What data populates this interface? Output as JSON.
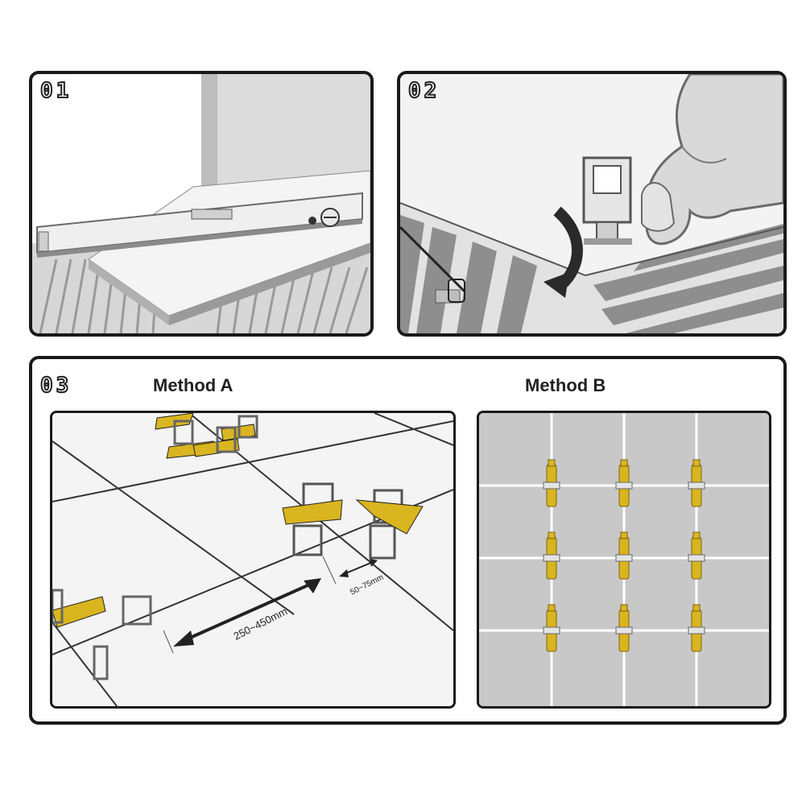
{
  "steps": [
    {
      "number": "01"
    },
    {
      "number": "02"
    },
    {
      "number": "03"
    }
  ],
  "methods": {
    "a": {
      "title": "Method A",
      "long_dimension": "250~450mm",
      "short_dimension": "50~75mm"
    },
    "b": {
      "title": "Method B",
      "rows": 3,
      "cols": 3
    }
  },
  "colors": {
    "yellow": "#d9b520",
    "outline": "#1a1a1a",
    "tile_gray": "#c8c8c8",
    "grout": "#ffffff"
  },
  "icons": [
    "spirit-level-icon",
    "hand-icon",
    "tile-leveler-clip-icon",
    "curved-arrow-icon",
    "double-arrow-icon",
    "wedge-icon"
  ]
}
